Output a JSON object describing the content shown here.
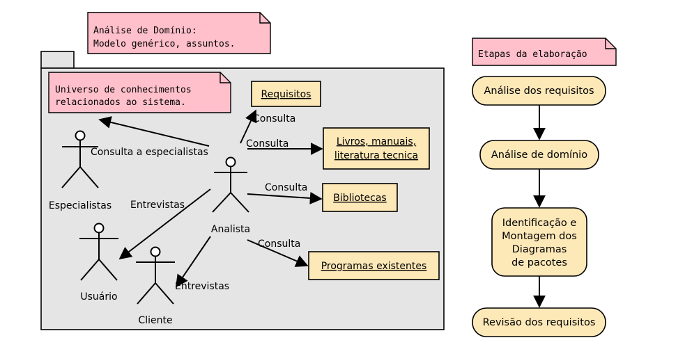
{
  "notes": {
    "domain_note": [
      "Análise de Domínio:",
      "Modelo genérico, assuntos."
    ],
    "universe_note": [
      "Universo de conhecimentos",
      "relacionados ao sistema."
    ],
    "stages_note": "Etapas da elaboração"
  },
  "actors": {
    "analista": "Analista",
    "especialistas": "Especialistas",
    "usuario": "Usuário",
    "cliente": "Cliente"
  },
  "artifacts": {
    "requisitos": "Requisitos",
    "livros": [
      "Livros, manuais,",
      "literatura tecnica"
    ],
    "bibliotecas": "Bibliotecas",
    "programas": "Programas existentes"
  },
  "edge_labels": {
    "consulta_requisitos": "Consulta",
    "consulta_livros": "Consulta",
    "consulta_bibliotecas": "Consulta",
    "consulta_programas": "Consulta",
    "consulta_especialistas": "Consulta a especialistas",
    "entrevistas_usuario": "Entrevistas",
    "entrevistas_cliente": "Entrevistas"
  },
  "flow": {
    "step1": [
      "Análise dos requisitos"
    ],
    "step2": [
      "Análise de domínio"
    ],
    "step3": [
      "Identificação e",
      "Montagem dos",
      "Diagramas",
      "de pacotes"
    ],
    "step4": [
      "Revisão dos requisitos"
    ]
  },
  "colors": {
    "note_fill": "#ffc0cb",
    "package_fill": "#e5e5e5",
    "artifact_fill": "#fde8b8",
    "flow_fill": "#fde8b8"
  }
}
